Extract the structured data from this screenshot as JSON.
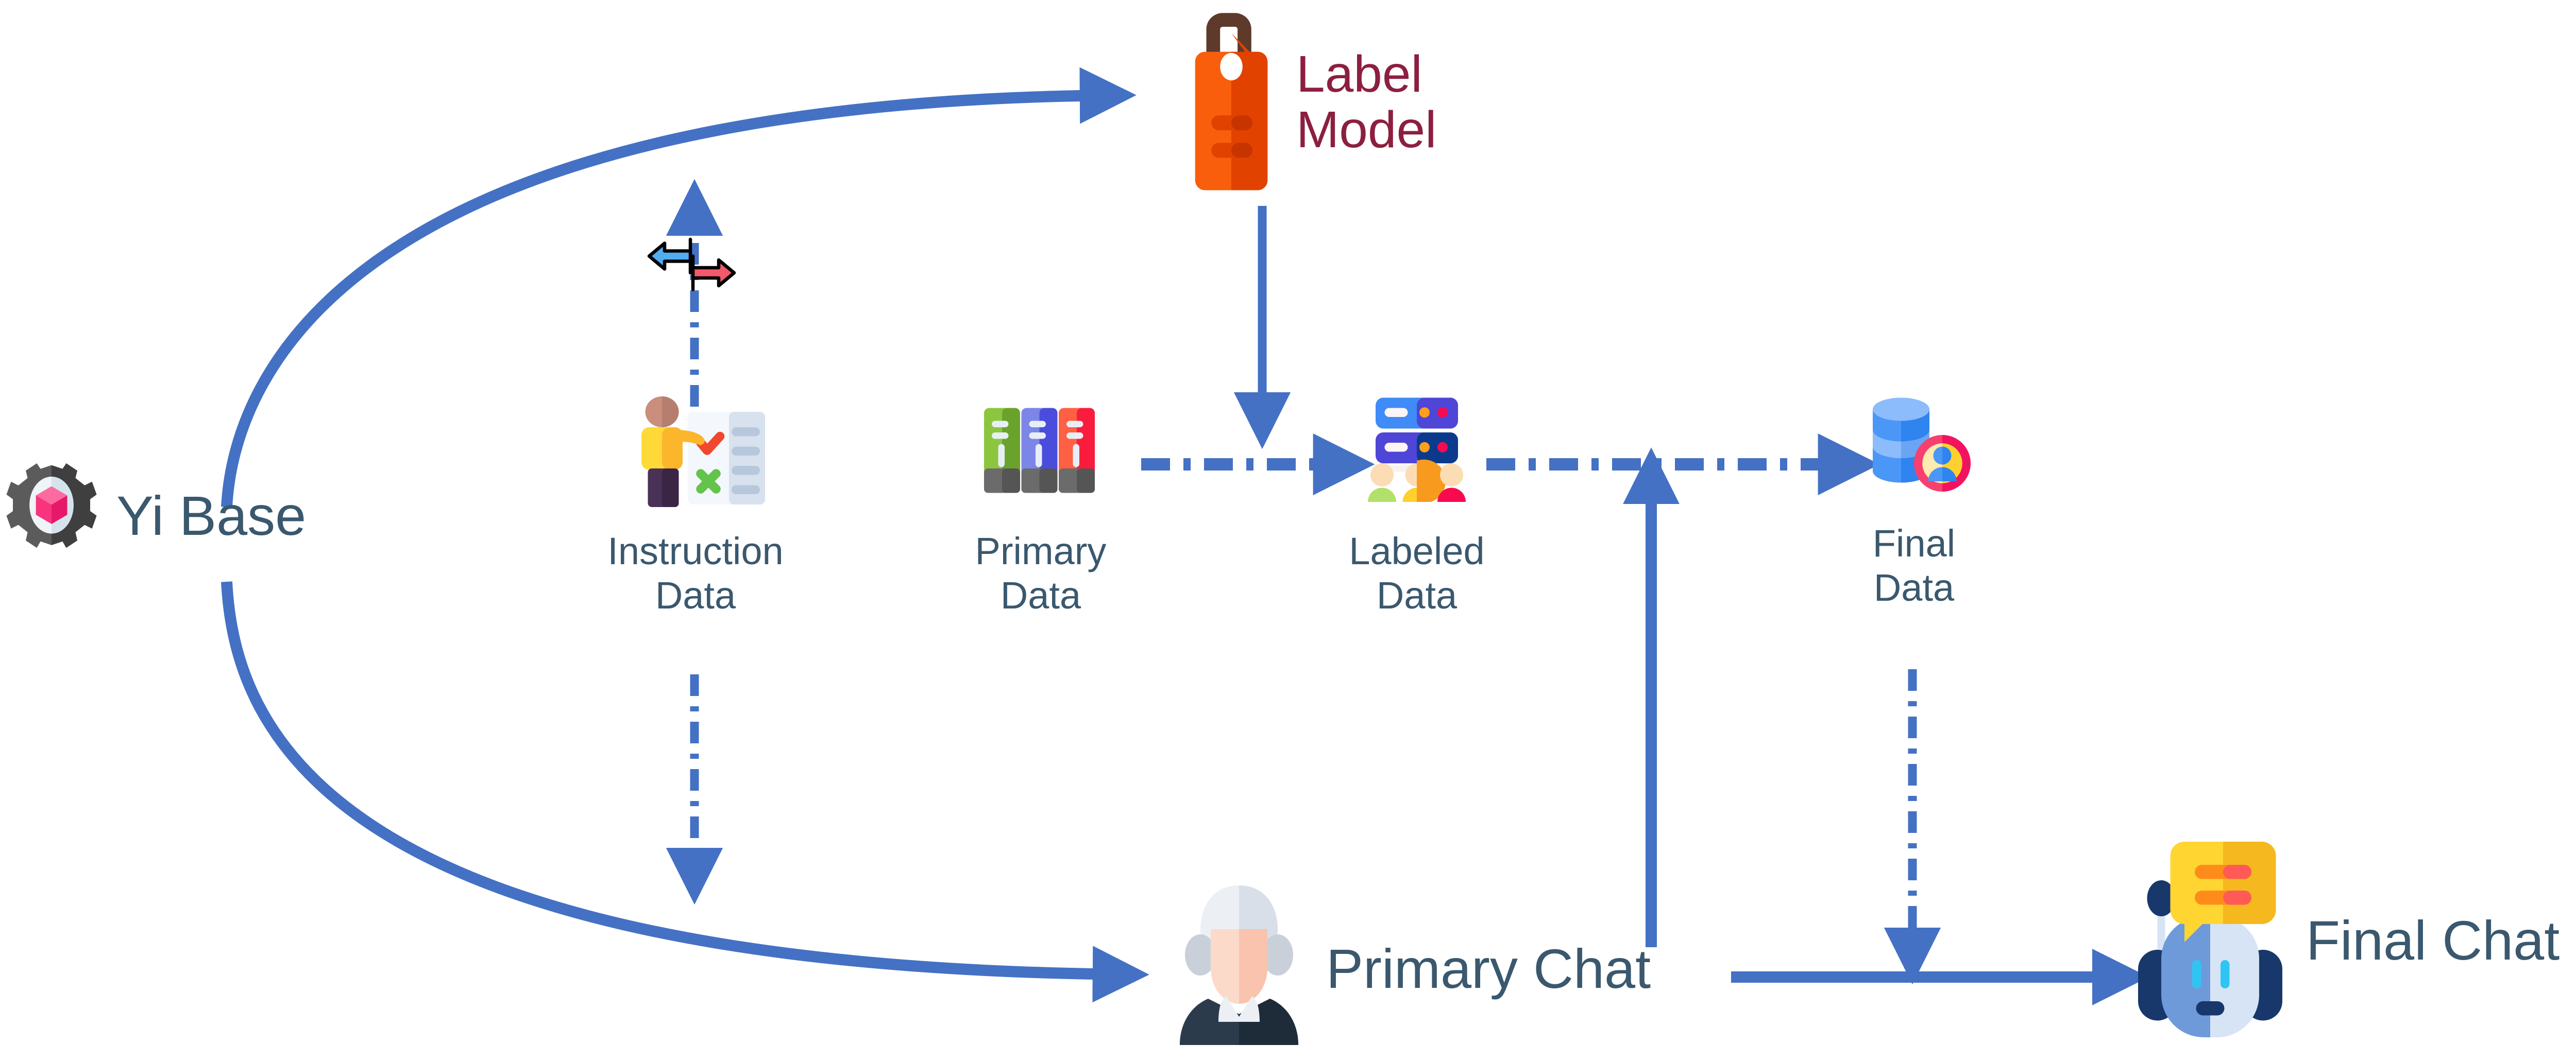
{
  "diagram": {
    "title": "Yi model training data pipeline",
    "background": "#ffffff",
    "colors": {
      "arrow_blue": "#4471c4",
      "text_slate": "#3a586e",
      "label_model_maroon": "#8c1f3f",
      "tag_orange": "#f95e0c",
      "tag_orange_dark": "#e24200",
      "tag_hook_brown": "#5e3a2a",
      "gear_gray": "#5b5b5b",
      "gear_gray_dark": "#3f3f3f",
      "gem_pink": "#f8347e",
      "database_blue": "#4a97f7",
      "database_blue_light": "#8cbcfb",
      "badge_pink": "#f8406f",
      "badge_yellow": "#ffdd80",
      "bubble_yellow": "#ffc91d",
      "robot_navy": "#18386b",
      "robot_blue": "#6e9ada",
      "swap_blue": "#51acf0",
      "swap_red": "#f2596a"
    }
  },
  "nodes": {
    "yi_base": {
      "label": "Yi Base",
      "icon": "gear-gem-icon"
    },
    "label_model": {
      "label": "Label\nModel",
      "icon": "price-tag-icon"
    },
    "instruction_data": {
      "label": "Instruction\nData",
      "icon": "person-checklist-icon"
    },
    "primary_data": {
      "label": "Primary\nData",
      "icon": "binders-icon"
    },
    "labeled_data": {
      "label": "Labeled\nData",
      "icon": "server-people-icon"
    },
    "final_data": {
      "label": "Final\nData",
      "icon": "database-user-icon"
    },
    "primary_chat": {
      "label": "Primary Chat",
      "icon": "judge-icon"
    },
    "final_chat": {
      "label": "Final Chat",
      "icon": "chatbot-icon"
    },
    "swap": {
      "icon": "bidirectional-swap-arrows-icon"
    }
  },
  "edges": [
    {
      "name": "yi-base-to-label-model",
      "style": "solid-curve",
      "from": "yi_base",
      "to": "label_model"
    },
    {
      "name": "yi-base-to-primary-chat",
      "style": "solid-curve",
      "from": "yi_base",
      "to": "primary_chat"
    },
    {
      "name": "label-model-to-labeled-data",
      "style": "solid",
      "from": "label_model",
      "to": "labeled_data"
    },
    {
      "name": "primary-data-to-labeled-data",
      "style": "dash-dot",
      "from": "primary_data",
      "to": "labeled_data"
    },
    {
      "name": "labeled-data-to-final-data",
      "style": "dash-dot",
      "from": "labeled_data",
      "to": "final_data"
    },
    {
      "name": "instruction-data-up",
      "style": "dash-dot",
      "from": "instruction_data",
      "to": "label_model_path"
    },
    {
      "name": "instruction-data-down",
      "style": "dash-dot",
      "from": "instruction_data",
      "to": "primary_chat_path"
    },
    {
      "name": "primary-chat-up",
      "style": "solid",
      "from": "primary_chat",
      "to": "labeled_data_path"
    },
    {
      "name": "final-data-down",
      "style": "dash-dot",
      "from": "final_data",
      "to": "final_chat_path"
    },
    {
      "name": "primary-chat-to-final-chat",
      "style": "solid",
      "from": "primary_chat",
      "to": "final_chat"
    }
  ]
}
